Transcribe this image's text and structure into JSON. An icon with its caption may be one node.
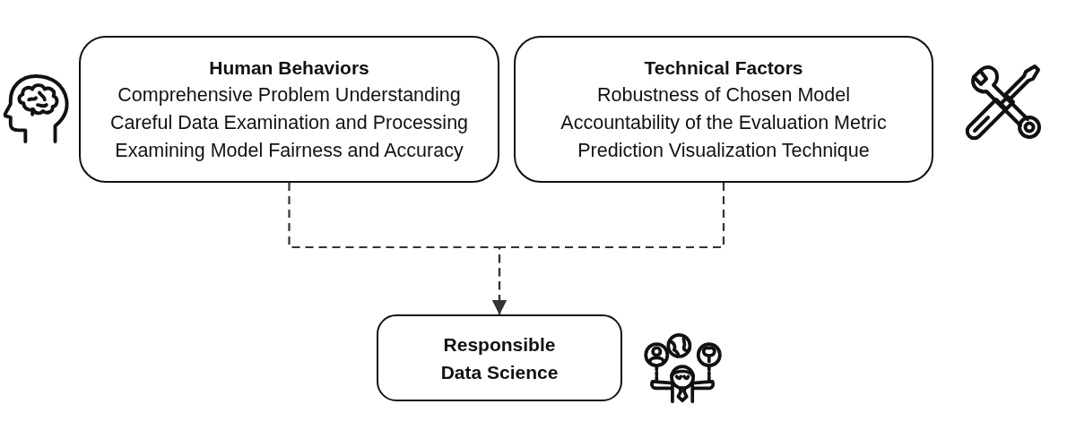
{
  "diagram": {
    "nodes": [
      {
        "text": [
          "Human Behaviors",
          "Comprehensive Problem Understanding",
          "Careful Data Examination and Processing",
          "Examining Model Fairness and Accuracy"
        ]
      },
      {
        "text": [
          "Technical Factors",
          "Robustness of Chosen Model",
          "Accountability of the Evaluation Metric",
          "Prediction Visualization Technique"
        ]
      },
      {
        "text": [
          "Responsible Data Science"
        ]
      }
    ],
    "edges": [
      {
        "from": 0,
        "to": 2,
        "arrow": "to",
        "style": "dashed"
      },
      {
        "from": 1,
        "to": 2,
        "arrow": "to",
        "style": "dashed"
      }
    ]
  }
}
